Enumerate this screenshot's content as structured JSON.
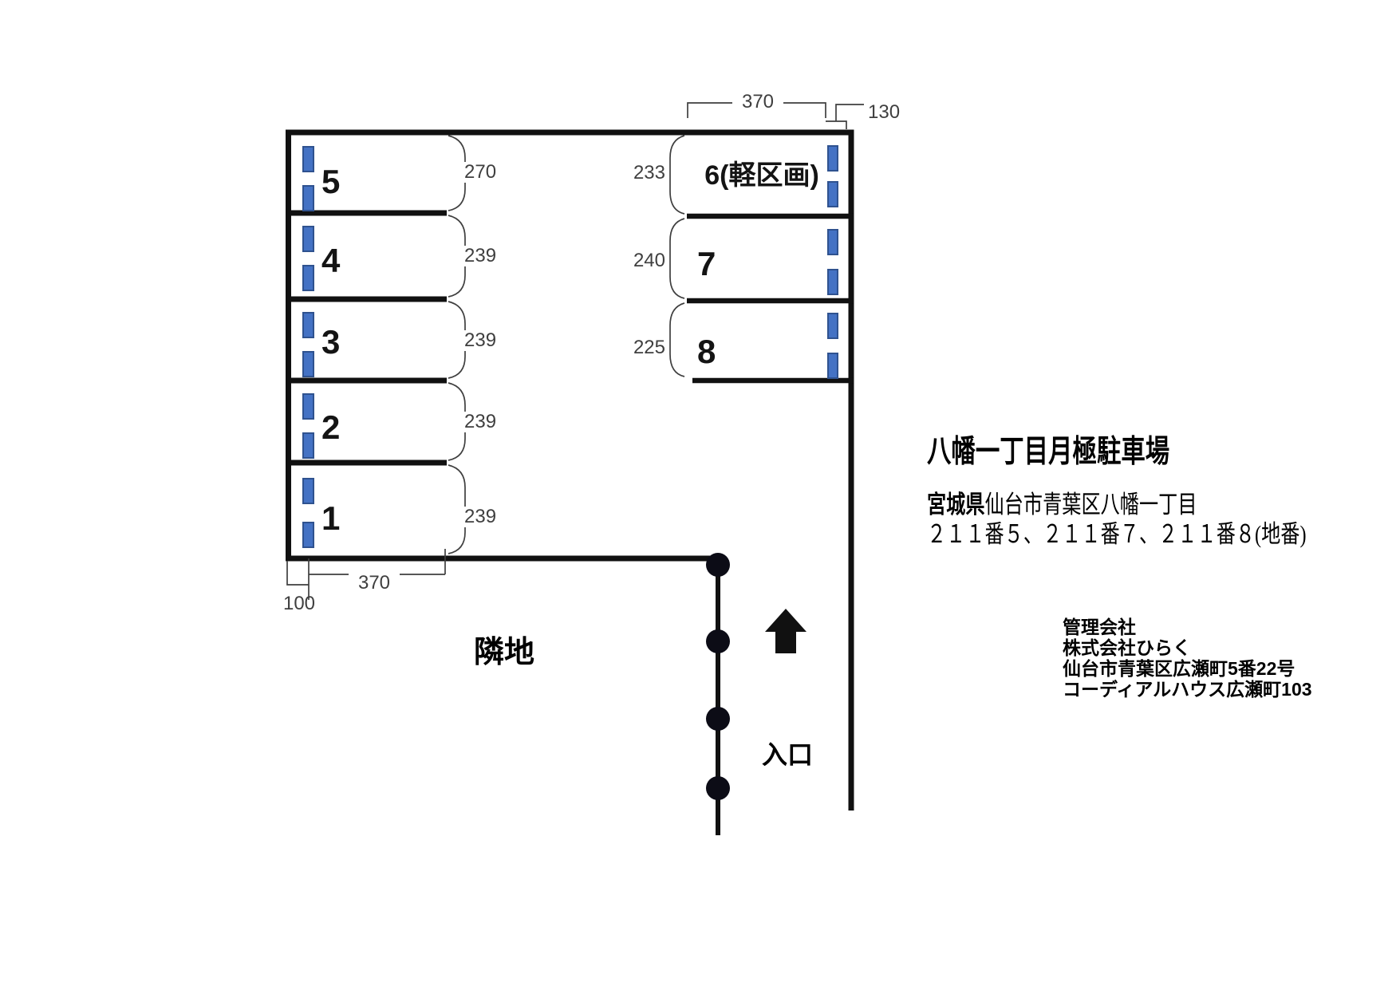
{
  "title": "八幡一丁目月極駐車場",
  "address": {
    "line1_bold": "宮城県",
    "line1_rest": "仙台市青葉区八幡一丁目",
    "line2": "２１１番５、２１１番７、２１１番８(地番)"
  },
  "management": {
    "line1": "管理会社",
    "line2": "株式会社ひらく",
    "line3": "仙台市青葉区広瀬町5番22号",
    "line4": "コーディアルハウス広瀬町103"
  },
  "labels": {
    "adjacent_land": "隣地",
    "entrance": "入口"
  },
  "spaces": {
    "left": [
      {
        "number": "5",
        "depth_cm": "270"
      },
      {
        "number": "4",
        "depth_cm": "239"
      },
      {
        "number": "3",
        "depth_cm": "239"
      },
      {
        "number": "2",
        "depth_cm": "239"
      },
      {
        "number": "1",
        "depth_cm": "239"
      }
    ],
    "right": [
      {
        "number": "6(軽区画)",
        "depth_cm": "233"
      },
      {
        "number": "7",
        "depth_cm": "240"
      },
      {
        "number": "8",
        "depth_cm": "225"
      }
    ]
  },
  "dimensions": {
    "top_width": "370",
    "top_offset": "130",
    "bottom_width": "370",
    "bottom_offset": "100"
  },
  "colors": {
    "outline": "#111111",
    "dimension": "#3f3f3f",
    "wheel_stop_fill": "#4472C4",
    "wheel_stop_border": "#2F528F"
  }
}
